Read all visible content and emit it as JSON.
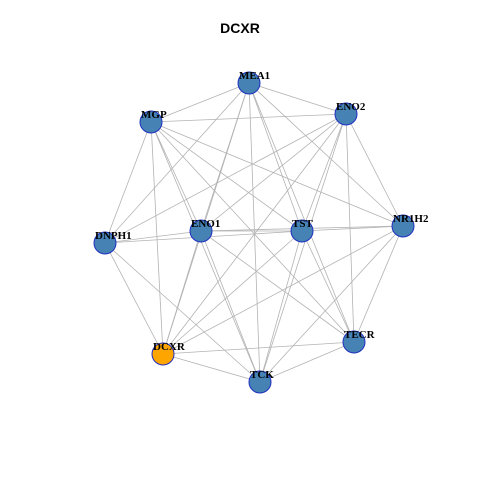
{
  "graph": {
    "title": "DCXR",
    "colors": {
      "node": "#4682B4",
      "highlight": "#FFA500",
      "border": "#1f2fbf",
      "edge": "#b3b3b3"
    },
    "highlight": "DCXR",
    "nodes": [
      "MEA1",
      "ENO2",
      "NR1H2",
      "TECR",
      "TCK",
      "DCXR",
      "DNPH1",
      "MGP",
      "ENO1",
      "TST"
    ],
    "edges": [
      [
        "MEA1",
        "MGP"
      ],
      [
        "MEA1",
        "ENO2"
      ],
      [
        "MEA1",
        "ENO1"
      ],
      [
        "MEA1",
        "TST"
      ],
      [
        "MEA1",
        "DCXR"
      ],
      [
        "MEA1",
        "TCK"
      ],
      [
        "MEA1",
        "TECR"
      ],
      [
        "MEA1",
        "NR1H2"
      ],
      [
        "MEA1",
        "DNPH1"
      ],
      [
        "MGP",
        "ENO2"
      ],
      [
        "MGP",
        "DNPH1"
      ],
      [
        "MGP",
        "ENO1"
      ],
      [
        "MGP",
        "TST"
      ],
      [
        "MGP",
        "DCXR"
      ],
      [
        "MGP",
        "TCK"
      ],
      [
        "MGP",
        "TECR"
      ],
      [
        "MGP",
        "NR1H2"
      ],
      [
        "ENO2",
        "ENO1"
      ],
      [
        "ENO2",
        "TST"
      ],
      [
        "ENO2",
        "DCXR"
      ],
      [
        "ENO2",
        "DNPH1"
      ],
      [
        "ENO2",
        "TCK"
      ],
      [
        "ENO2",
        "TECR"
      ],
      [
        "ENO2",
        "NR1H2"
      ],
      [
        "DNPH1",
        "ENO1"
      ],
      [
        "DNPH1",
        "TST"
      ],
      [
        "DNPH1",
        "DCXR"
      ],
      [
        "DNPH1",
        "TCK"
      ],
      [
        "ENO1",
        "TST"
      ],
      [
        "ENO1",
        "DCXR"
      ],
      [
        "ENO1",
        "TCK"
      ],
      [
        "ENO1",
        "TECR"
      ],
      [
        "ENO1",
        "NR1H2"
      ],
      [
        "TST",
        "DCXR"
      ],
      [
        "TST",
        "TCK"
      ],
      [
        "TST",
        "TECR"
      ],
      [
        "TST",
        "NR1H2"
      ],
      [
        "NR1H2",
        "DCXR"
      ],
      [
        "NR1H2",
        "TCK"
      ],
      [
        "NR1H2",
        "TECR"
      ],
      [
        "DCXR",
        "TCK"
      ],
      [
        "DCXR",
        "TECR"
      ],
      [
        "TECR",
        "TCK"
      ]
    ]
  }
}
